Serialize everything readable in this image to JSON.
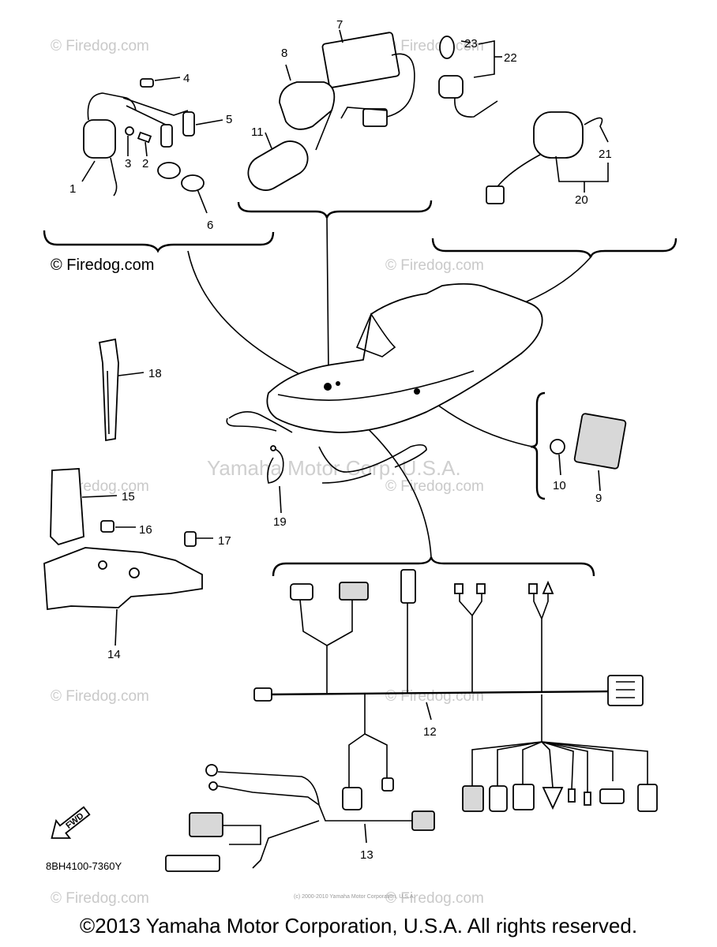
{
  "part_labels": {
    "p1": "1",
    "p2": "2",
    "p3": "3",
    "p4": "4",
    "p5": "5",
    "p6": "6",
    "p7": "7",
    "p8": "8",
    "p9": "9",
    "p10": "10",
    "p11": "11",
    "p12": "12",
    "p13": "13",
    "p14": "14",
    "p15": "15",
    "p16": "16",
    "p17": "17",
    "p18": "18",
    "p19": "19",
    "p20": "20",
    "p21": "21",
    "p22": "22",
    "p23": "23"
  },
  "watermarks": {
    "firedog": "© Firedog.com",
    "center": "Yamaha Motor Corp. U.S.A.",
    "small_footer": "(c) 2000-2010 Yamaha Motor Corporation, U.S.A."
  },
  "diagram_code": "8BH4100-7360Y",
  "fwd_label": "FWD",
  "copyright": "©2013 Yamaha Motor Corporation, U.S.A. All rights reserved."
}
